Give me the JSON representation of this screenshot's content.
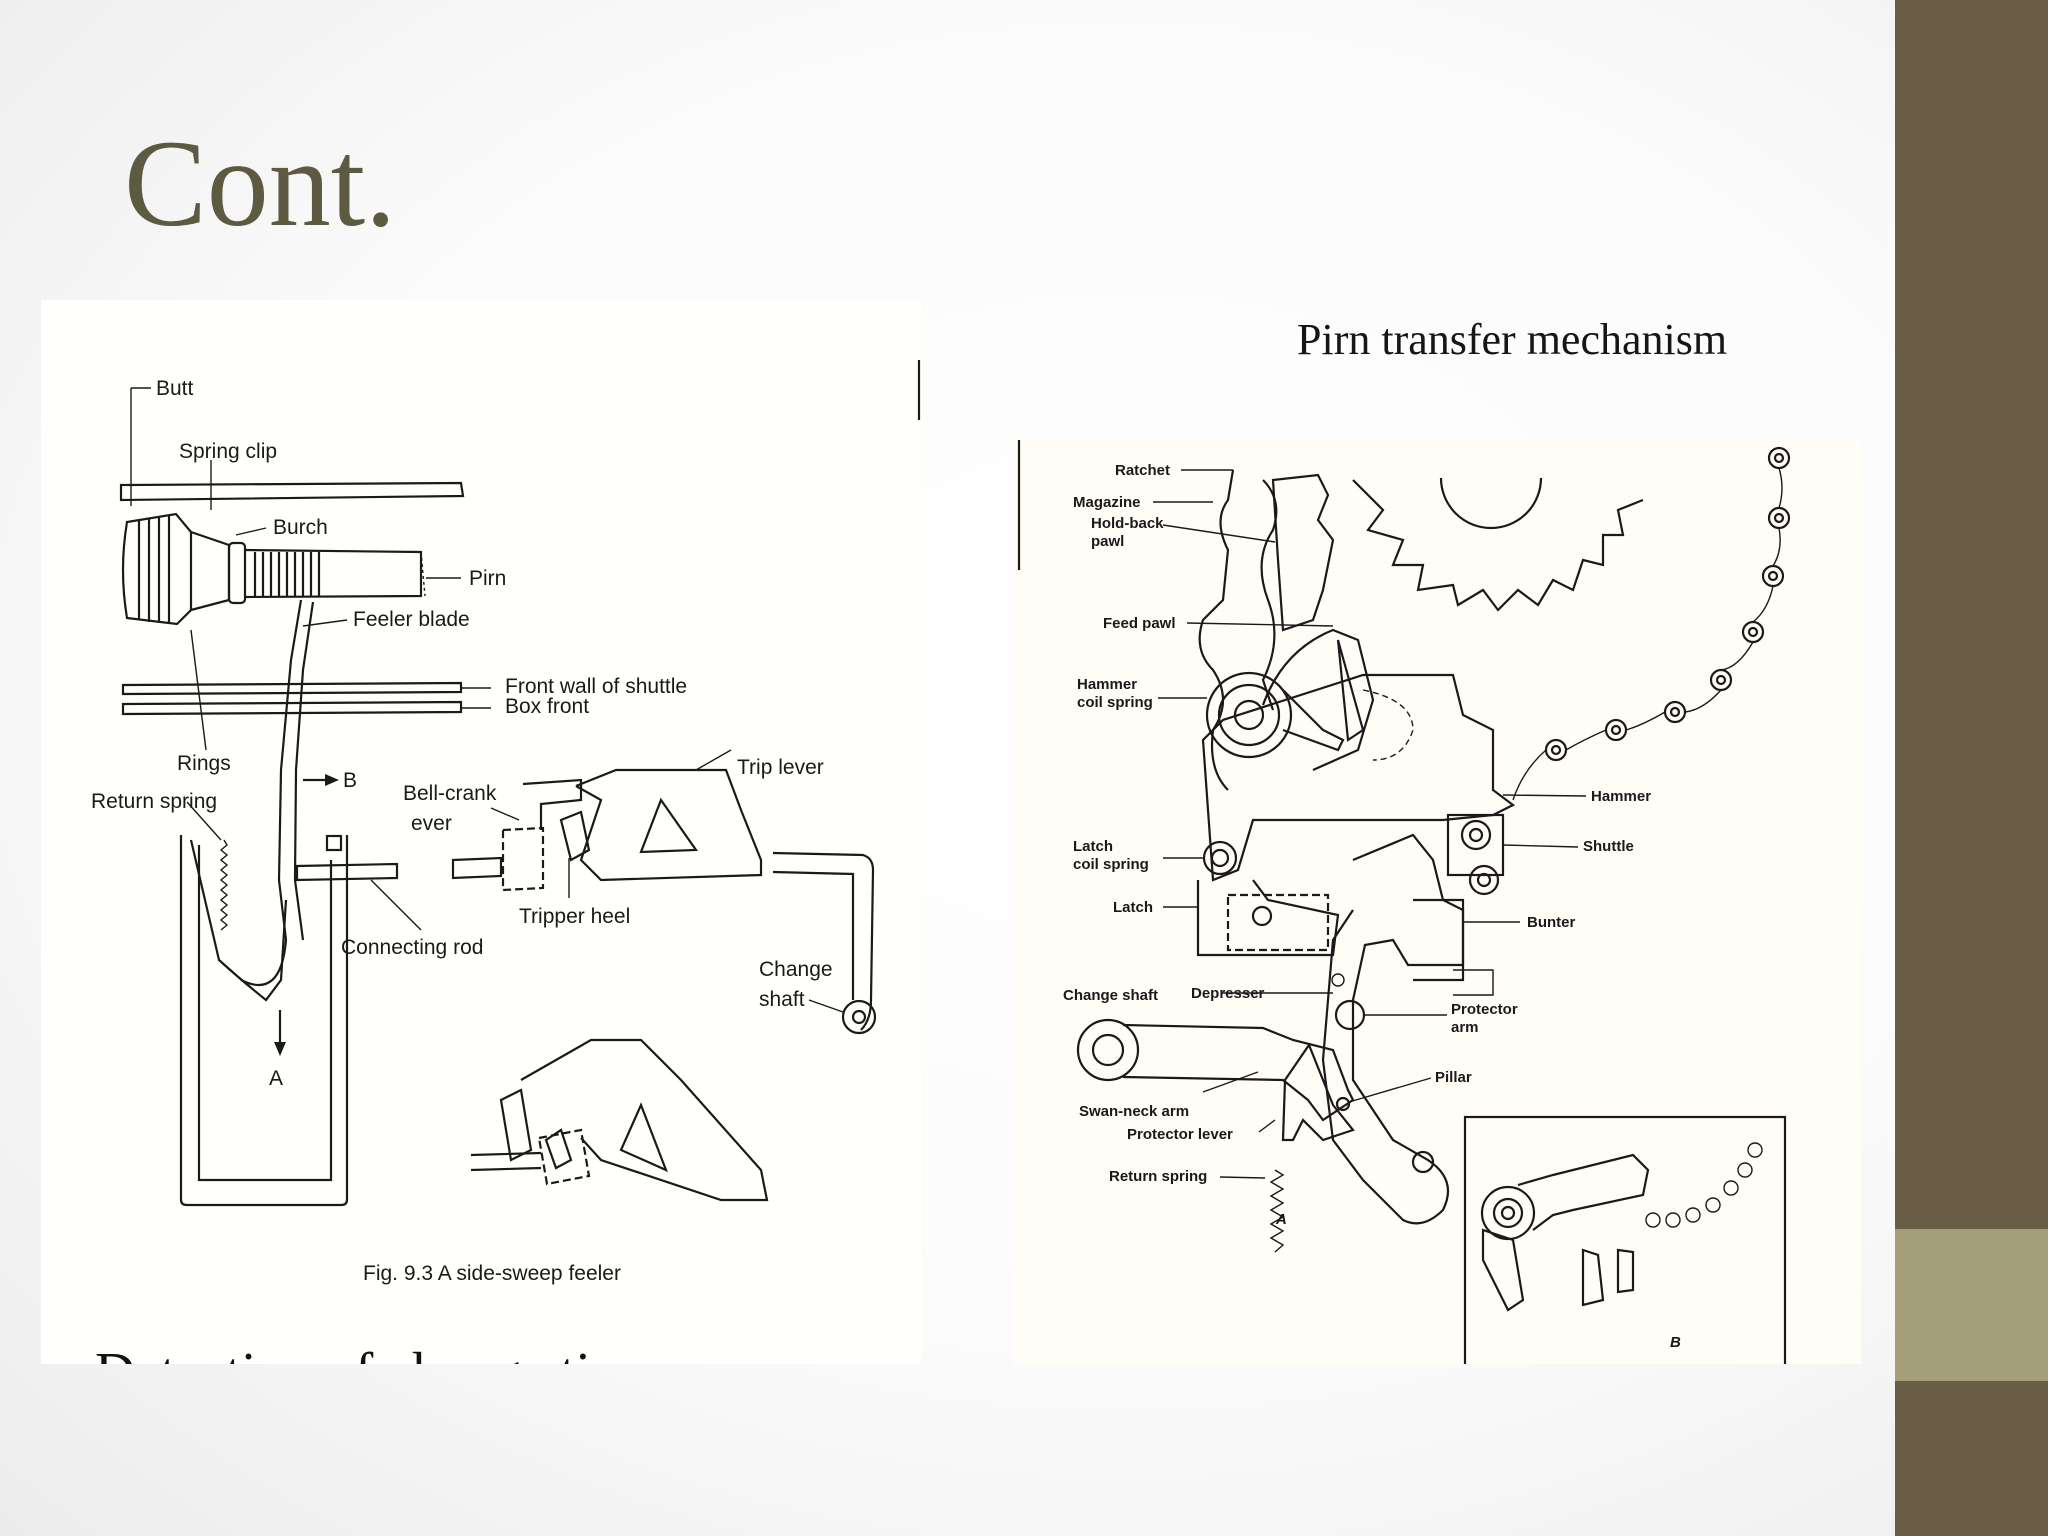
{
  "slide": {
    "title": "Cont."
  },
  "left_figure": {
    "labels": {
      "butt": "Butt",
      "spring_clip": "Spring clip",
      "burch": "Burch",
      "pirn": "Pirn",
      "feeler_blade": "Feeler blade",
      "front_wall": "Front wall of shuttle",
      "box_front": "Box front",
      "rings": "Rings",
      "return_spring": "Return spring",
      "arrow_b": "B",
      "bell_crank": "Bell-crank",
      "bell_crank_2": "ever",
      "trip_lever": "Trip lever",
      "tripper_heel": "Tripper heel",
      "connecting_rod": "Connecting rod",
      "change_shaft": "Change",
      "change_shaft_2": "shaft",
      "arrow_a": "A"
    },
    "caption": "Fig. 9.3  A side-sweep feeler",
    "cut_off_text": "Detection of change time"
  },
  "right_figure": {
    "title": "Pirn transfer mechanism",
    "labels": {
      "ratchet": "Ratchet",
      "magazine": "Magazine",
      "hold_back_1": "Hold-back",
      "hold_back_2": "pawl",
      "feed_pawl": "Feed pawl",
      "hammer_coil_1": "Hammer",
      "hammer_coil_2": "coil spring",
      "hammer": "Hammer",
      "shuttle": "Shuttle",
      "latch_coil_1": "Latch",
      "latch_coil_2": "coil spring",
      "latch": "Latch",
      "bunter": "Bunter",
      "change_shaft": "Change shaft",
      "depresser": "Depresser",
      "protector_arm_1": "Protector",
      "protector_arm_2": "arm",
      "pillar": "Pillar",
      "swan_neck": "Swan-neck arm",
      "protector_lever": "Protector lever",
      "return_spring": "Return spring",
      "mark_a": "A",
      "mark_b": "B"
    }
  }
}
